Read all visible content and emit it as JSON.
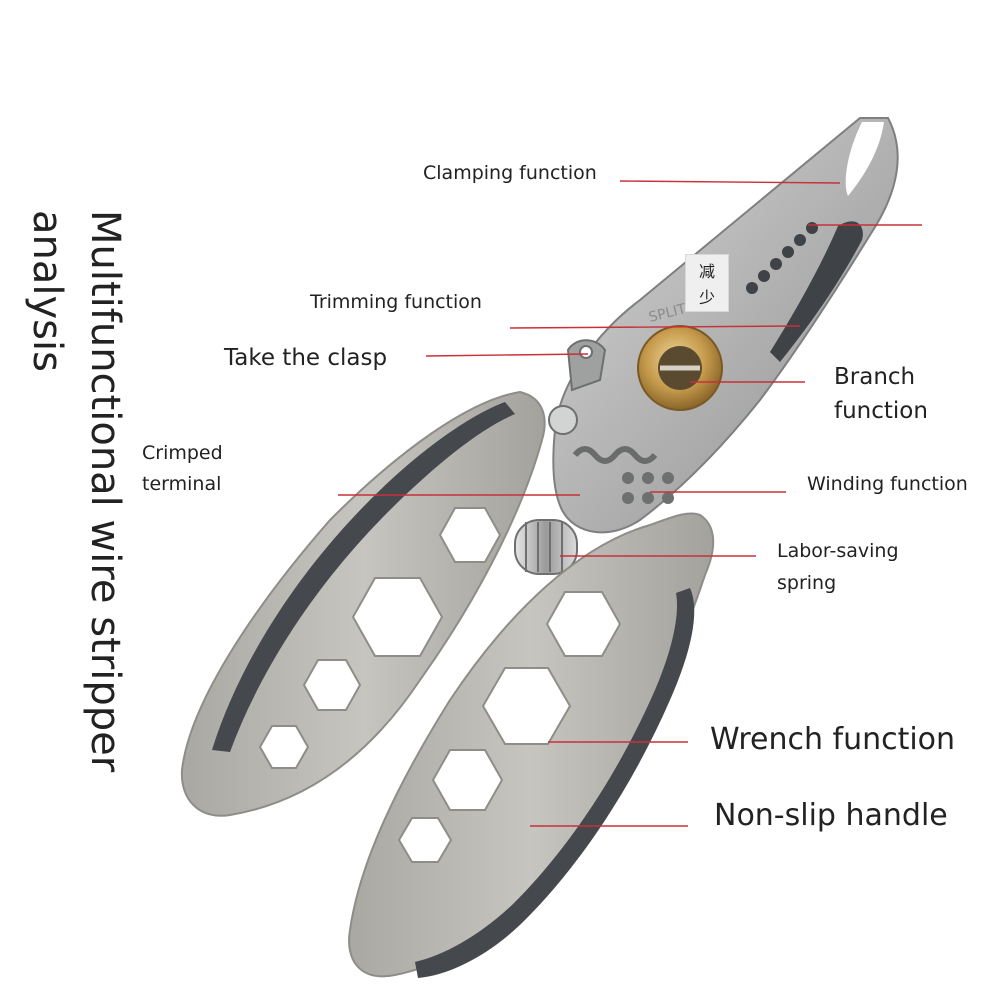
{
  "title_lines": [
    "Multifunctional wire stripper",
    "analysis"
  ],
  "stamp": [
    "减",
    "少"
  ],
  "blade_marking": "SPLIT",
  "labels": {
    "clamping": "Clamping function",
    "trimming": "Trimming function",
    "clasp": "Take the clasp",
    "crimped": [
      "Crimped",
      "terminal"
    ],
    "branch": [
      "Branch",
      "function"
    ],
    "winding": "Winding function",
    "spring": [
      "Labor-saving",
      "spring"
    ],
    "wrench": "Wrench function",
    "nonslip": "Non-slip handle"
  },
  "colors": {
    "leader_line": "#c9303a",
    "steel": "#b3b4b3",
    "handle_grey": "#b9b8b3",
    "grip_dark": "#45484c",
    "brass": "#c59a4c"
  }
}
